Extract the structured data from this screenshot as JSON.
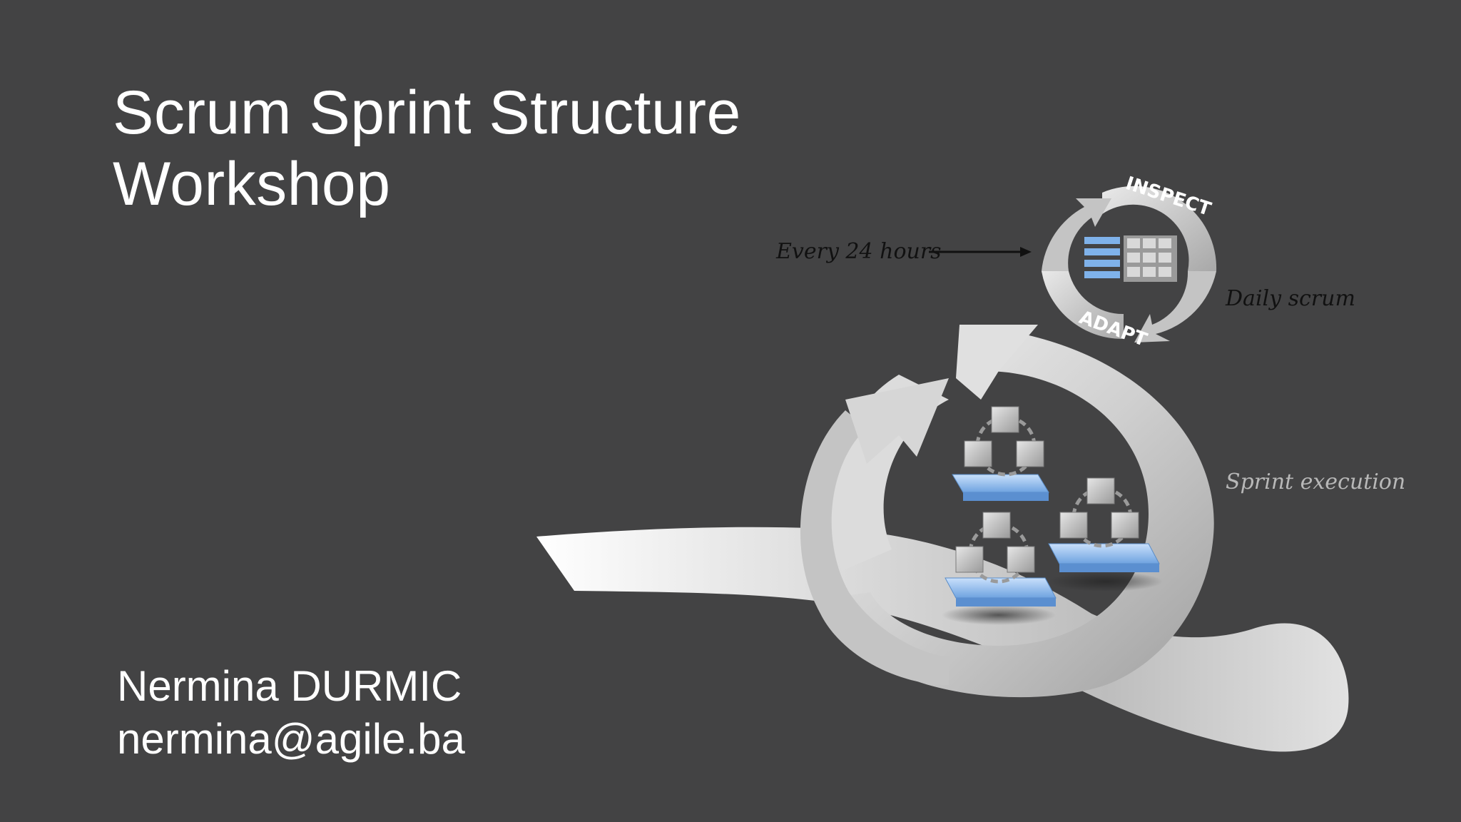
{
  "slide": {
    "title_line1": "Scrum Sprint Structure",
    "title_line2": "Workshop",
    "author_name": "Nermina DURMIC",
    "author_email": "nermina@agile.ba"
  },
  "diagram": {
    "every_24_hours": "Every 24 hours",
    "inspect": "INSPECT",
    "adapt": "ADAPT",
    "daily_scrum": "Daily scrum",
    "sprint_execution": "Sprint execution"
  },
  "colors": {
    "background": "#434344",
    "text": "#ffffff",
    "accent_blue": "#7fb2ea",
    "arrow_gray": "#cfcfcf"
  }
}
